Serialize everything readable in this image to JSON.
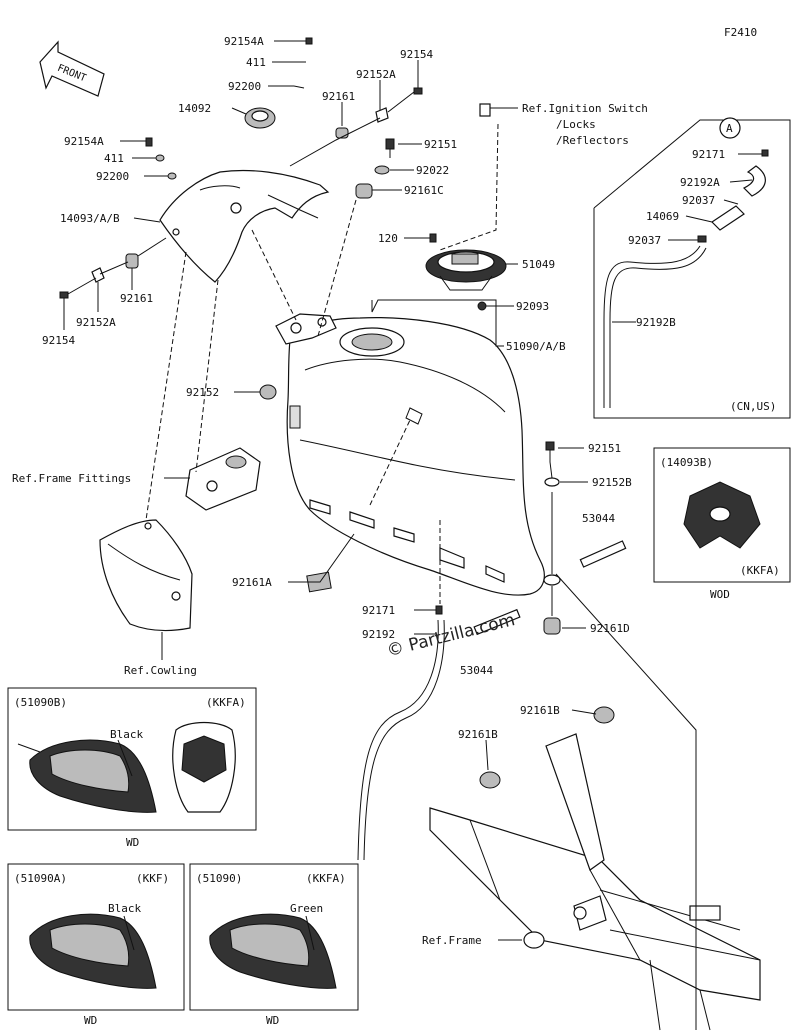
{
  "figure_code": "F2410",
  "front_label": "FRONT",
  "watermark": "© Partzilla.com",
  "callouts": {
    "p92154A_top": "92154A",
    "p411_top": "411",
    "p92200_top": "92200",
    "p14092": "14092",
    "p92161_top": "92161",
    "p92152A_top": "92152A",
    "p92154_top": "92154",
    "p92151_top": "92151",
    "p92022": "92022",
    "p92161C": "92161C",
    "p92154A_left": "92154A",
    "p411_left": "411",
    "p92200_left": "92200",
    "p14093AB": "14093/A/B",
    "p92161_left": "92161",
    "p92152A_left": "92152A",
    "p92154_left": "92154",
    "p120": "120",
    "p51049": "51049",
    "p92093": "92093",
    "p51090AB": "51090/A/B",
    "p92152": "92152",
    "ref_frame_fittings": "Ref.Frame Fittings",
    "p92151_mid": "92151",
    "p92152B": "92152B",
    "p53044_right": "53044",
    "p92161A": "92161A",
    "p92171_mid": "92171",
    "p92192_mid": "92192",
    "p53044_mid": "53044",
    "p92161D": "92161D",
    "ref_cowling": "Ref.Cowling",
    "p92161B_right": "92161B",
    "p92161B_left": "92161B",
    "ref_frame": "Ref.Frame",
    "ref_ignition_1": "Ref.Ignition Switch",
    "ref_ignition_2": "/Locks",
    "ref_ignition_3": "/Reflectors"
  },
  "inset_canister": {
    "circle_label": "A",
    "p92171": "92171",
    "p92192A": "92192A",
    "p92037_a": "92037",
    "p14069": "14069",
    "p92037_b": "92037",
    "p92192B": "92192B",
    "region": "(CN,US)"
  },
  "inset_14093B": {
    "part": "(14093B)",
    "model": "(KKFA)",
    "footer": "WOD"
  },
  "inset_51090B": {
    "part": "(51090B)",
    "model": "(KKFA)",
    "color": "Black",
    "footer": "WD"
  },
  "inset_51090A": {
    "part": "(51090A)",
    "model": "(KKF)",
    "color": "Black",
    "footer": "WD"
  },
  "inset_51090": {
    "part": "(51090)",
    "model": "(KKFA)",
    "color": "Green",
    "footer": "WD"
  }
}
